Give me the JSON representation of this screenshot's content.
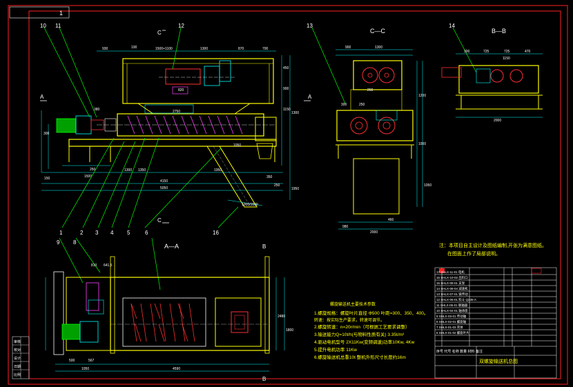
{
  "drawing": {
    "frame_marker": "1",
    "views": {
      "cc_label": "C—C",
      "bb_label": "B—B",
      "aa_label": "A—A"
    },
    "section_marks": {
      "a_left": "A",
      "a_right": "A",
      "c_top": "C",
      "c_bottom": "C",
      "b_top": "B",
      "b_bottom": "B"
    },
    "callouts": [
      "10",
      "11",
      "12",
      "13",
      "14",
      "1",
      "2",
      "3",
      "4",
      "5",
      "6",
      "16",
      "9",
      "8"
    ],
    "dims_main": {
      "d_top": [
        "930",
        "100",
        "1500+1100",
        "1300",
        "870",
        "700"
      ],
      "d_bottom": [
        "150",
        "1500",
        "1350",
        "4150",
        "350",
        "1950",
        "250",
        "5050",
        "1000/1800"
      ],
      "d_vert": [
        "450",
        "900",
        "1150",
        "1300",
        "1950"
      ],
      "d_misc": [
        "2750",
        "1300",
        "250",
        "380",
        "820",
        "1050",
        "300"
      ]
    },
    "dims_cc": [
      "900",
      "1300",
      "300",
      "250",
      "1200",
      "1000",
      "260",
      "1050",
      "460",
      "2000",
      "980"
    ],
    "dims_bb": [
      "300",
      "725",
      "725",
      "470",
      "1150",
      "2000"
    ],
    "dims_aa": [
      "810",
      "641.5",
      "1050",
      "4590",
      "500",
      "567",
      "2480",
      "1800"
    ],
    "note_right": {
      "line1": "注：本项目自主设计及图纸编制,开张为满意图纸。",
      "line2": "在图面上作了局部说明。"
    },
    "spec_title": "螺旋输送机主要技术参数",
    "spec_lines": [
      "1.螺旋规格：螺旋叶片直径 Φ500 叶距=300、350、400。",
      "  转速：按实际生产要求，转速可调节。",
      "2.螺旋转速：n=20r/min（可根据工艺要求调整）",
      "3.输送能力Q=10t/h(与物料性质有关) 3.35t/m³",
      "4.驱动电机型号 2X11Kw(变频调速)功率10Kw, 4Kw",
      "5.提升电机功率 11Kw",
      "6.螺旋输送机总重10t 整机外形尺寸长度约16m"
    ],
    "title_block": {
      "drawing_name": "双螺旋输送机总图",
      "parts_header": "序号 代号 名称 数量 材料 备注",
      "rows": [
        "17 SHLX-11-01 电机",
        "16 SHLX-10-02 出料口",
        "15 SHLX-09-01 支架",
        "14 SHLX-08-04 减速机",
        "13 SHLX-07-01 链传动",
        "12 SHLX-06-01 料斗 Q235-A",
        "11 SHLX-05-01 联轴器",
        "10 SHLX-04-01 轴承座",
        "9 SHLX-03-01 传动轴",
        "8 SHLX-02-01 螺旋轴",
        "7 SHLX-01-03 壳体",
        "6 SHLX-01-02 螺旋叶片"
      ]
    },
    "left_block": [
      "审核",
      "校对",
      "设计",
      "日期",
      "比例"
    ]
  }
}
